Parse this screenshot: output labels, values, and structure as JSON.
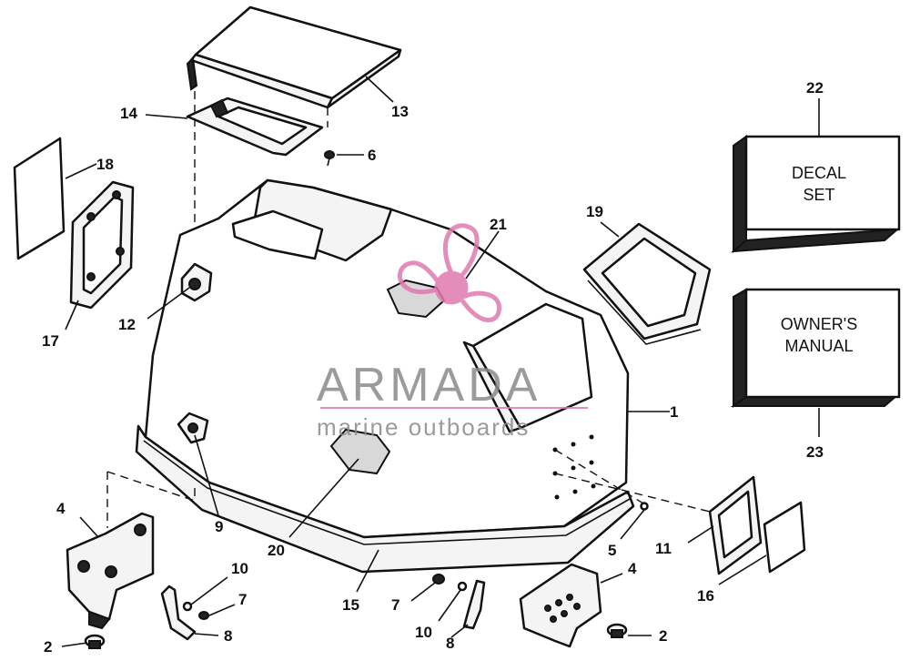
{
  "callouts": {
    "c1": "1",
    "c2a": "2",
    "c2b": "2",
    "c4a": "4",
    "c4b": "4",
    "c5": "5",
    "c6": "6",
    "c7a": "7",
    "c7b": "7",
    "c8a": "8",
    "c8b": "8",
    "c9": "9",
    "c10a": "10",
    "c10b": "10",
    "c11": "11",
    "c12": "12",
    "c13": "13",
    "c14": "14",
    "c15": "15",
    "c16": "16",
    "c17": "17",
    "c18": "18",
    "c19": "19",
    "c20": "20",
    "c21": "21",
    "c22": "22",
    "c23": "23"
  },
  "boxes": {
    "decal_set_line1": "DECAL",
    "decal_set_line2": "SET",
    "owners_manual_line1": "OWNER'S",
    "owners_manual_line2": "MANUAL"
  },
  "watermark": {
    "title": "ARMADA",
    "subtitle": "marine outboards",
    "logo_color": "#e07ab0",
    "text_color": "#8a8a8a"
  }
}
